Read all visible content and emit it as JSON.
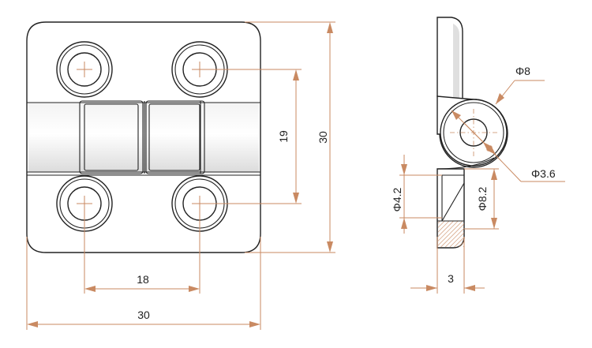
{
  "dimensions": {
    "front_height": "30",
    "hole_spacing_vertical": "19",
    "hole_spacing_horizontal": "18",
    "front_width": "30",
    "pin_outer_diameter": "Φ8",
    "pin_inner_diameter": "Φ3.6",
    "countersink_small": "Φ4.2",
    "countersink_large": "Φ8.2",
    "leaf_thickness": "3"
  },
  "colors": {
    "outline": "#222222",
    "dimension": "#c98a62",
    "section_hatch": "#c98a62"
  }
}
